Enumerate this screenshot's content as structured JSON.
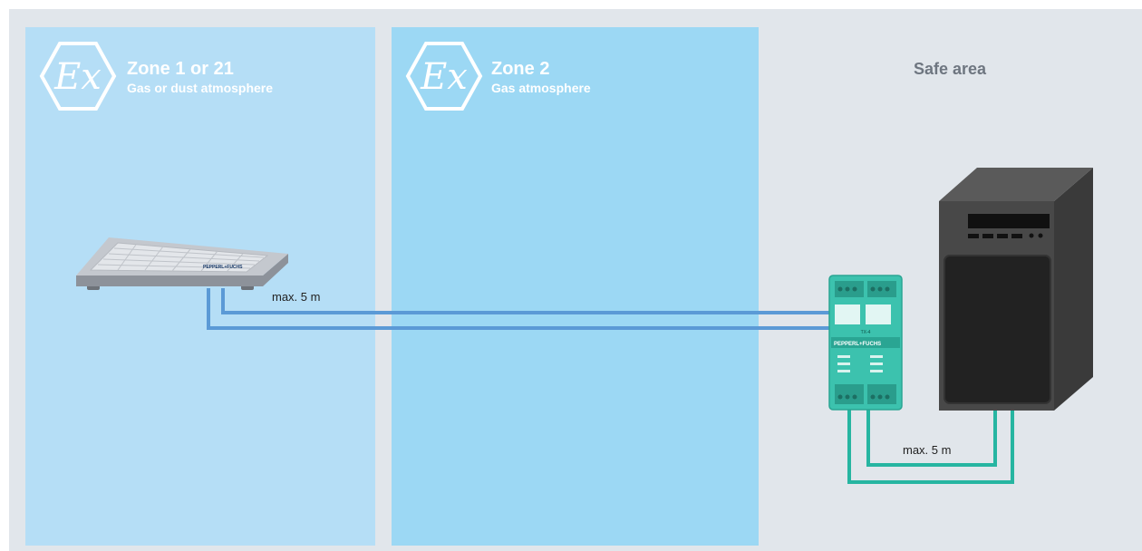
{
  "zones": [
    {
      "title": "Zone 1 or 21",
      "subtitle": "Gas or dust atmosphere"
    },
    {
      "title": "Zone 2",
      "subtitle": "Gas atmosphere"
    },
    {
      "title": "Safe area"
    }
  ],
  "cables": {
    "keyboard_to_extender_label": "max. 5 m",
    "extender_to_pc_label": "max. 5 m"
  },
  "devices": {
    "keyboard_brand": "PEPPERL+FUCHS",
    "extender_brand": "PEPPERL+FUCHS",
    "extender_model": "TX-4"
  },
  "icons": {
    "zone_symbol": "ex-hexagon-icon"
  },
  "colors": {
    "zone1_bg": "#b5def6",
    "zone2_bg": "#9cd8f4",
    "safe_bg": "#e1e6eb",
    "outer_bg": "#e1e6eb",
    "blue_cable": "#5b9ad6",
    "green_cable": "#26b5a1",
    "extender_body": "#3cc2ae",
    "pc_case": "#3f3f3f",
    "label_text_white": "#ffffff",
    "safe_label_text": "#6e7680"
  }
}
